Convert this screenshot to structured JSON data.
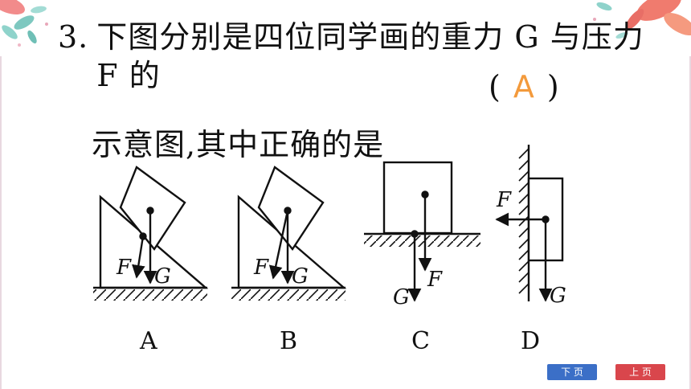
{
  "question": {
    "number": "3.",
    "line1": "下图分别是四位同学画的重力 G 与压力 F 的",
    "line2": "示意图,其中正确的是",
    "bracket_open": "(",
    "answer": "A",
    "bracket_close": ")"
  },
  "figures": [
    {
      "caption": "A",
      "force_f": "F",
      "force_g": "G"
    },
    {
      "caption": "B",
      "force_f": "F",
      "force_g": "G"
    },
    {
      "caption": "C",
      "force_f": "F",
      "force_g": "G"
    },
    {
      "caption": "D",
      "force_f": "F",
      "force_g": "G"
    }
  ],
  "nav": {
    "next_label": "下 页",
    "prev_label": "上 页"
  },
  "colors": {
    "answer": "#f39a3c",
    "next_button": "#3b6fc7",
    "prev_button": "#d9464c"
  }
}
